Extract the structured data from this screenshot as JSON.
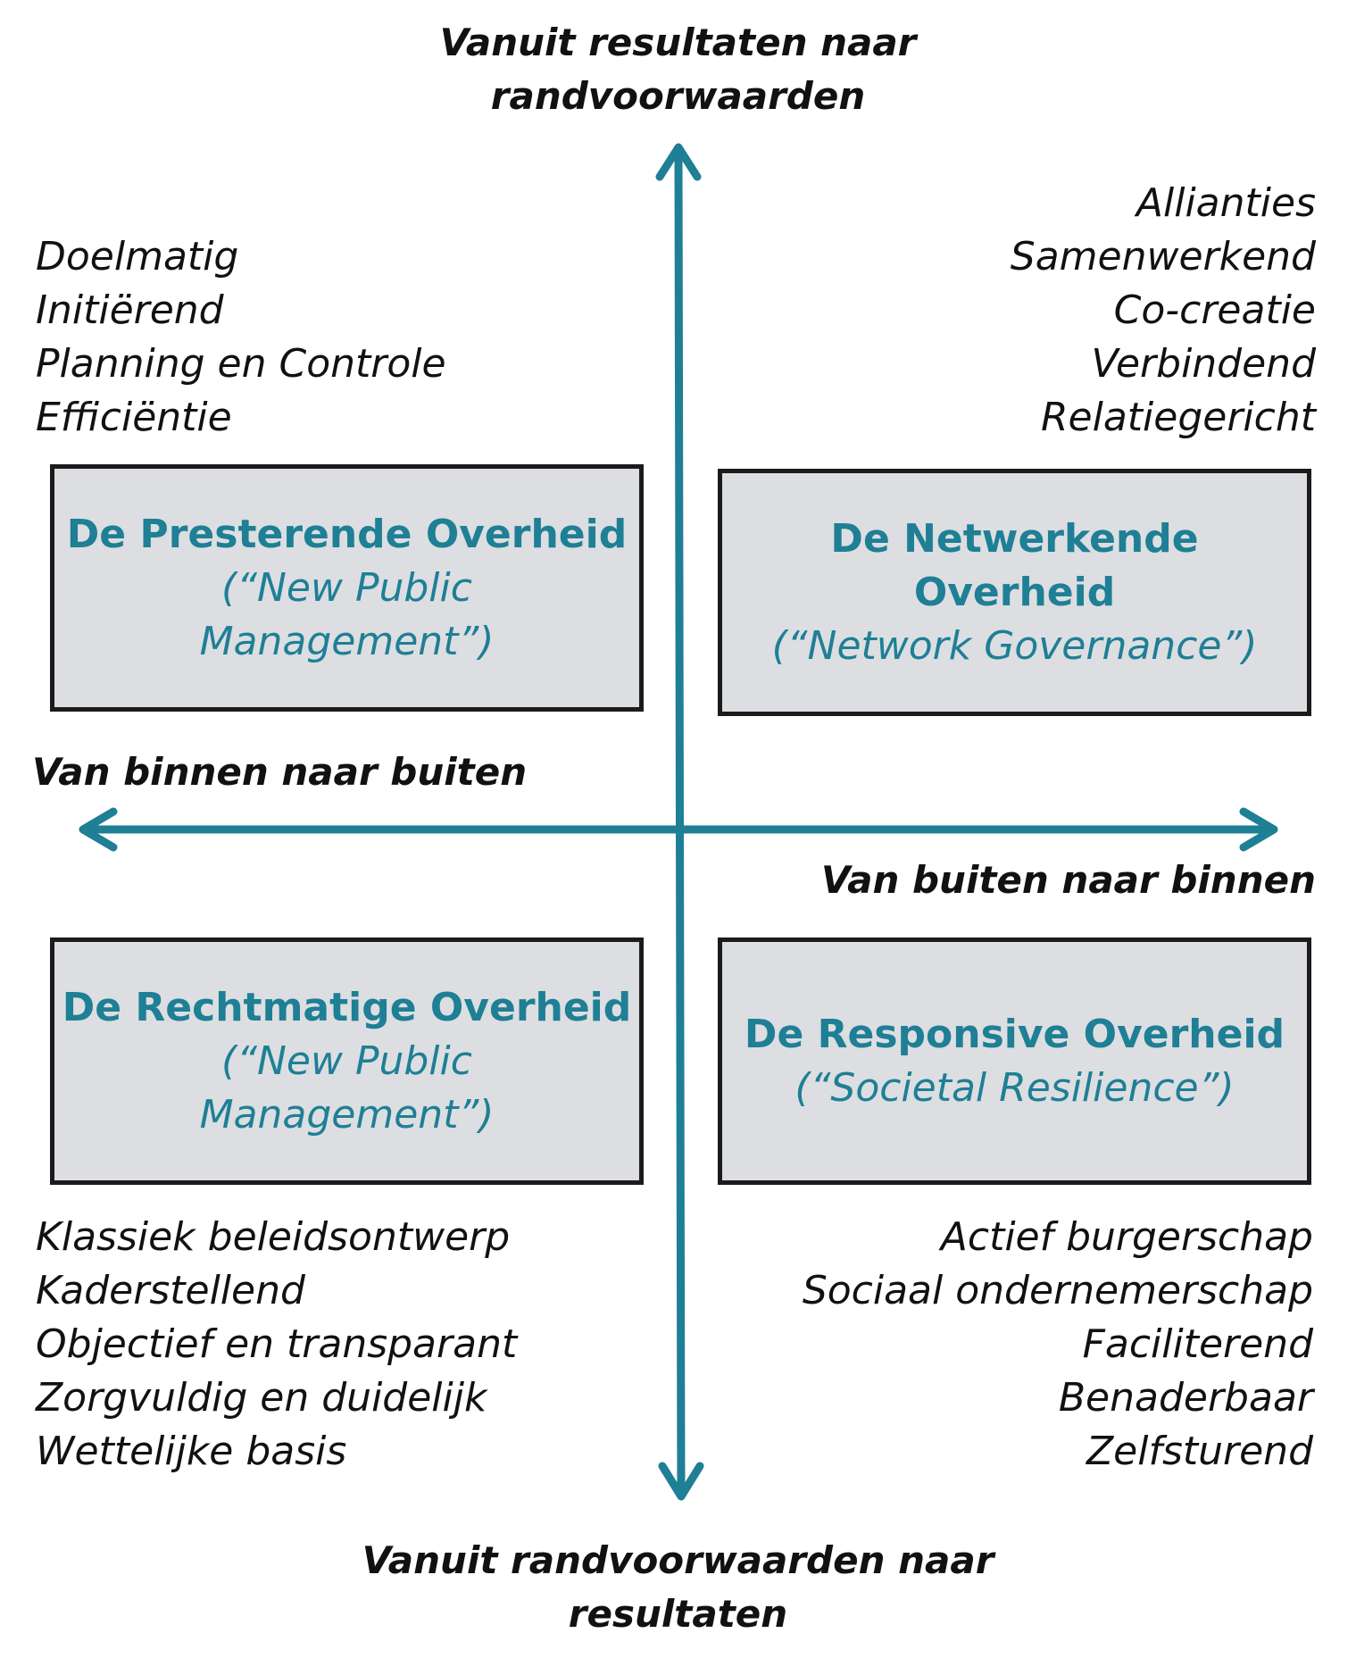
{
  "colors": {
    "arrow": "#1e7f95",
    "box_fill": "#dcdee1",
    "box_border": "#1b1b1b",
    "box_text": "#1e7f95"
  },
  "axes": {
    "top": [
      "Vanuit resultaten naar",
      "randvoorwaarden"
    ],
    "bottom": [
      "Vanuit randvoorwaarden naar",
      "resultaten"
    ],
    "left": "Van binnen naar buiten",
    "right": "Van buiten naar binnen"
  },
  "quadrants": {
    "top_left": {
      "title": [
        "De Presterende Overheid"
      ],
      "subtitle": [
        "(“New Public",
        "Management”)"
      ],
      "keywords": [
        "Doelmatig",
        "Initiërend",
        "Planning en Controle",
        "Efficiëntie"
      ]
    },
    "top_right": {
      "title": [
        "De Netwerkende",
        "Overheid"
      ],
      "subtitle": [
        "(“Network Governance”)"
      ],
      "keywords": [
        "Allianties",
        "Samenwerkend",
        "Co-creatie",
        "Verbindend",
        "Relatiegericht"
      ]
    },
    "bottom_left": {
      "title": [
        "De Rechtmatige Overheid"
      ],
      "subtitle": [
        "(“New Public",
        "Management”)"
      ],
      "keywords": [
        "Klassiek beleidsontwerp",
        "Kaderstellend",
        "Objectief en transparant",
        "Zorgvuldig en duidelijk",
        "Wettelijke basis"
      ]
    },
    "bottom_right": {
      "title": [
        "De Responsive Overheid"
      ],
      "subtitle": [
        "(“Societal Resilience”)"
      ],
      "keywords": [
        "Actief burgerschap",
        "Sociaal ondernemerschap",
        "Faciliterend",
        "Benaderbaar",
        "Zelfsturend"
      ]
    }
  }
}
